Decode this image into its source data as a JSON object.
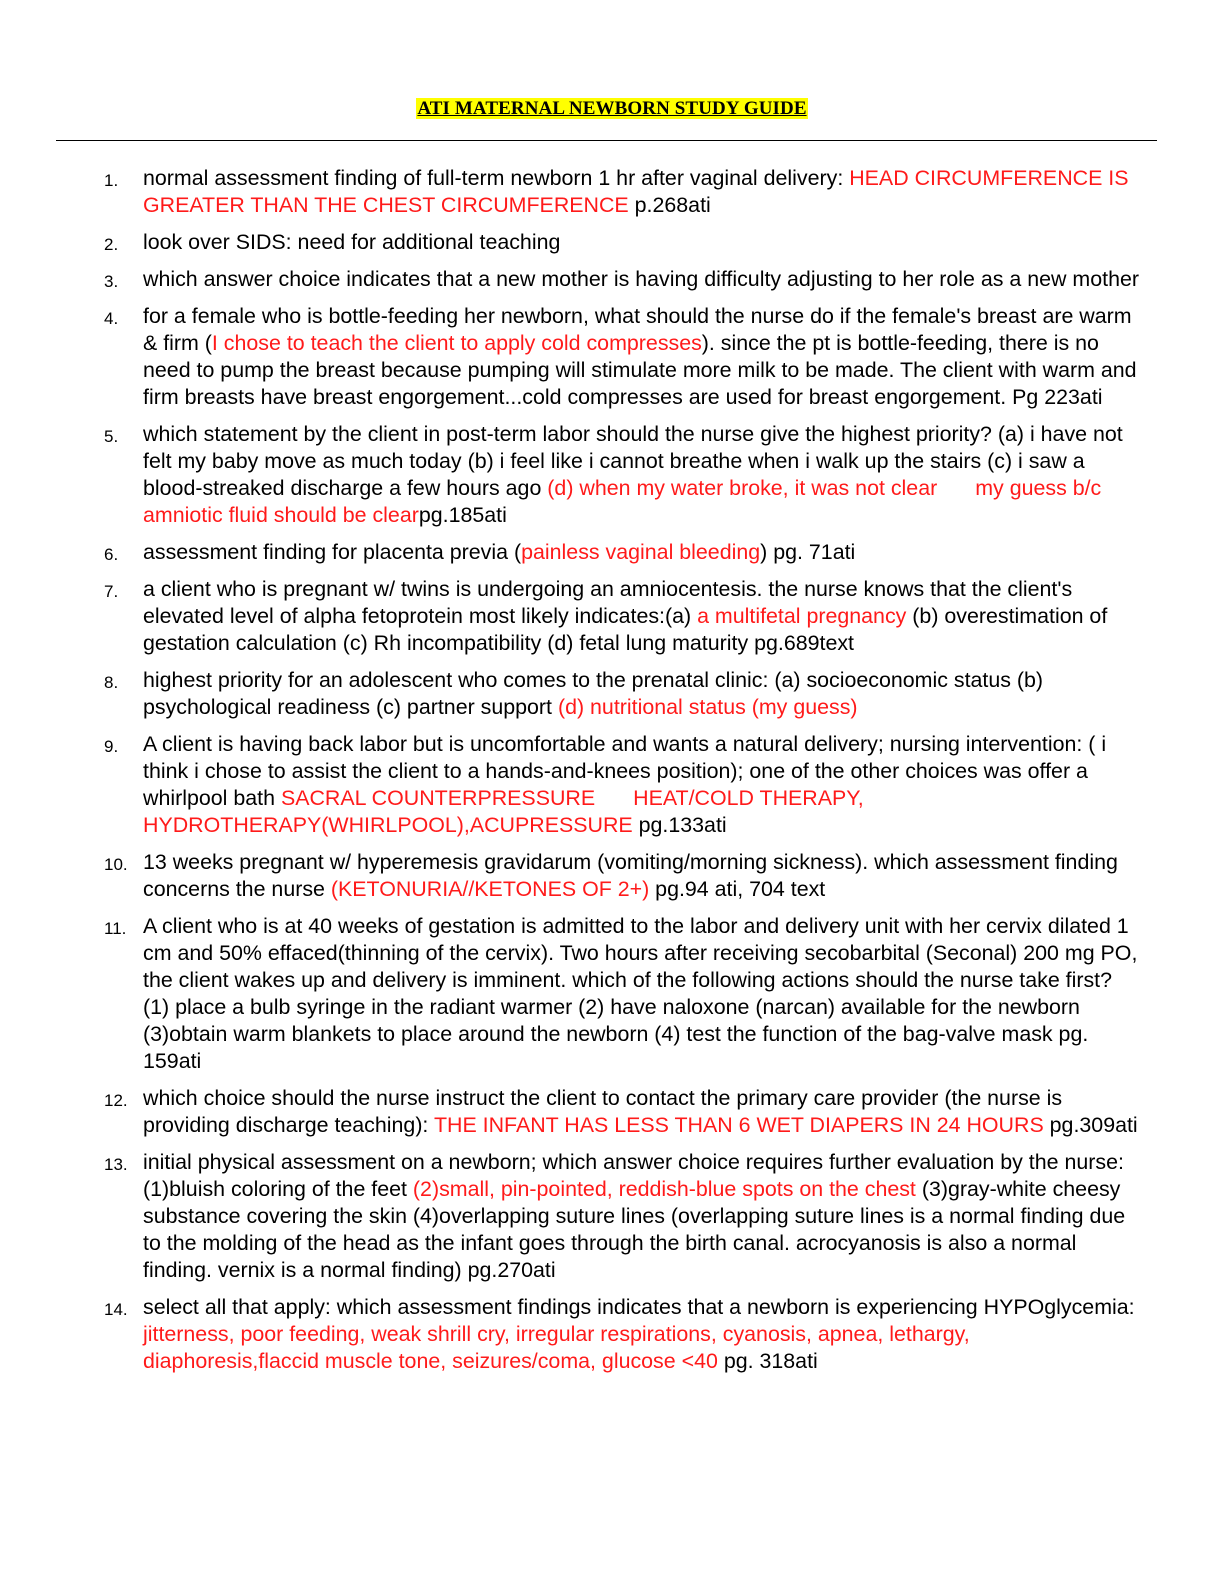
{
  "title": "ATI MATERNAL NEWBORN STUDY GUIDE",
  "colors": {
    "highlight": "#ffff00",
    "answer_red": "#ff1a1a",
    "text": "#000000"
  },
  "items": [
    {
      "num": "1.",
      "segments": [
        {
          "t": "normal assessment finding of full-term newborn 1 hr after vaginal delivery: "
        },
        {
          "t": "HEAD CIRCUMFERENCE IS GREATER THAN THE CHEST CIRCUMFERENCE",
          "red": true
        },
        {
          "t": " p.268ati"
        }
      ]
    },
    {
      "num": "2.",
      "segments": [
        {
          "t": "look over SIDS: need for additional teaching"
        }
      ]
    },
    {
      "num": "3.",
      "segments": [
        {
          "t": "which answer choice indicates that a new mother is having difficulty adjusting to her role as a new mother"
        }
      ]
    },
    {
      "num": "4.",
      "segments": [
        {
          "t": "for a female who is bottle-feeding her newborn, what should the nurse do if the female's breast are warm & firm ("
        },
        {
          "t": "I chose to teach the client to apply cold compresses",
          "red": true
        },
        {
          "t": "). since the pt is bottle-feeding, there is no need to pump the breast because pumping will stimulate more milk to be made. The client with warm and firm breasts have breast engorgement...cold compresses are used for breast engorgement. Pg 223ati"
        }
      ]
    },
    {
      "num": "5.",
      "segments": [
        {
          "t": "which statement by the client in post-term labor should the nurse give the highest priority? (a) i have not felt my baby move as much today (b) i feel like i cannot breathe when i walk up the stairs (c) i saw a blood-streaked discharge a few hours ago "
        },
        {
          "t": "(d) when my water broke, it was not clear",
          "red": true
        },
        {
          "gap": true
        },
        {
          "t": "my guess b/c amniotic fluid should be clear",
          "red": true
        },
        {
          "t": "pg.185ati"
        }
      ]
    },
    {
      "num": "6.",
      "segments": [
        {
          "t": "assessment finding for placenta previa ("
        },
        {
          "t": "painless vaginal bleeding",
          "red": true
        },
        {
          "t": ") pg. 71ati"
        }
      ]
    },
    {
      "num": "7.",
      "segments": [
        {
          "t": "a client who is pregnant w/ twins is undergoing an amniocentesis. the nurse knows that the client's elevated level of alpha fetoprotein most likely indicates:(a) "
        },
        {
          "t": "a multifetal pregnancy",
          "red": true
        },
        {
          "t": " (b) overestimation of gestation calculation (c) Rh incompatibility (d) fetal lung maturity pg.689text"
        }
      ]
    },
    {
      "num": "8.",
      "segments": [
        {
          "t": "highest priority for an adolescent who comes to the prenatal clinic: (a) socioeconomic status (b) psychological readiness (c) partner support "
        },
        {
          "t": "(d) nutritional status (my guess)",
          "red": true
        }
      ]
    },
    {
      "num": "9.",
      "segments": [
        {
          "t": "A client is having back labor but is uncomfortable and wants a natural delivery; nursing intervention: ( i think i chose to assist the client to a hands-and-knees position); one of the other choices was offer a whirlpool bath "
        },
        {
          "t": "SACRAL COUNTERPRESSURE",
          "red": true
        },
        {
          "gap": true
        },
        {
          "t": "HEAT/COLD THERAPY, HYDROTHERAPY(WHIRLPOOL),ACUPRESSURE",
          "red": true
        },
        {
          "t": " pg.133ati"
        }
      ]
    },
    {
      "num": "10.",
      "segments": [
        {
          "t": "13 weeks pregnant w/ hyperemesis gravidarum (vomiting/morning sickness). which assessment finding concerns the nurse "
        },
        {
          "t": "(KETONURIA//KETONES OF 2+)",
          "red": true
        },
        {
          "t": " pg.94 ati, 704 text"
        }
      ]
    },
    {
      "num": "11.",
      "segments": [
        {
          "t": "A client who is at 40 weeks of gestation is admitted to the labor and delivery unit with her cervix dilated 1 cm and 50% effaced(thinning of the cervix). Two hours after receiving secobarbital (Seconal) 200 mg PO, the client wakes up and delivery is imminent. which of the following actions should the nurse take first? (1) place a bulb syringe in the radiant warmer (2) have naloxone (narcan) available for the newborn (3)obtain warm blankets to place around the newborn (4) test the function of the bag-valve mask pg. 159ati"
        }
      ]
    },
    {
      "num": "12.",
      "segments": [
        {
          "t": "which choice should the nurse instruct the client to contact the primary care provider (the nurse is providing discharge teaching): "
        },
        {
          "t": "THE INFANT HAS LESS THAN 6 WET DIAPERS IN 24 HOURS",
          "red": true
        },
        {
          "t": " pg.309ati"
        }
      ]
    },
    {
      "num": "13.",
      "segments": [
        {
          "t": "initial physical assessment on a newborn; which answer choice requires further evaluation by the nurse: (1)bluish coloring of the feet "
        },
        {
          "t": "(2)small, pin-pointed, reddish-blue spots on the chest",
          "red": true
        },
        {
          "t": " (3)gray-white cheesy substance covering the skin (4)overlapping suture lines (overlapping suture lines is a normal finding due to the molding of the head as the infant goes through the birth canal. acrocyanosis is also a normal finding. vernix is a normal finding) pg.270ati"
        }
      ]
    },
    {
      "num": "14.",
      "segments": [
        {
          "t": "select all that apply: which assessment findings indicates that a newborn is experiencing HYPOglycemia: "
        },
        {
          "t": "jitterness, poor feeding, weak shrill cry, irregular respirations, cyanosis, apnea, lethargy, diaphoresis,flaccid muscle tone, seizures/coma, glucose <40",
          "red": true
        },
        {
          "t": " pg. 318ati"
        }
      ]
    }
  ]
}
